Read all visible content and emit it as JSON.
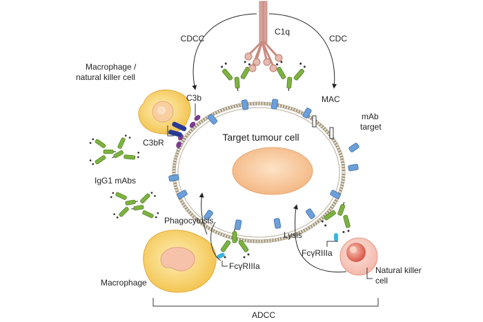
{
  "labels": {
    "cdcc": "CDCC",
    "c1q": "C1q",
    "cdc": "CDC",
    "macrophage_nk": "Macrophage /",
    "macrophage_nk_2": "natural killer cell",
    "c3b": "C3b",
    "mac": "MAC",
    "mab_target": "mAb",
    "mab_target_2": "target",
    "target_cell": "Target tumour cell",
    "c3br": "C3bR",
    "igg1": "IgG1 mAbs",
    "phagocytosis": "Phagocytosis",
    "lysis": "Lysis",
    "fcyriiia_left": "FcγRIIIa",
    "fcyriiia_right": "FcγRIIIa",
    "macrophage": "Macrophage",
    "nk_cell": "Natural killer",
    "nk_cell_2": "cell",
    "adcc": "ADCC"
  },
  "colors": {
    "membrane": "#b9ad96",
    "nucleus": "#f6bf8e",
    "macrophage": "#f9d57a",
    "antibody": "#7db340",
    "antigen": "#6d9fd8",
    "c3b": "#7a3c8f",
    "c3br": "#283a93",
    "c1q": "#d8a39a",
    "nk_cell": "#ee8f80",
    "fcr": "#39b6e0"
  }
}
